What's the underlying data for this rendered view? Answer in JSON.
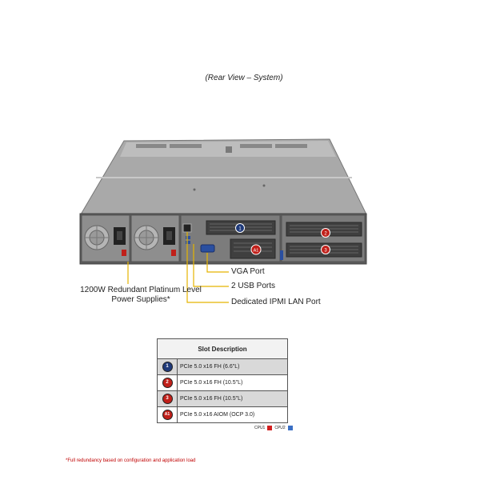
{
  "caption": "(Rear View – System)",
  "callouts": {
    "vga": "VGA Port",
    "usb": "2 USB Ports",
    "lan": "Dedicated IPMI LAN Port",
    "psu": "1200W Redundant Platinum Level Power Supplies*"
  },
  "slot_markers": {
    "s1": "1",
    "s2": "2",
    "s3": "3",
    "sA1": "A1"
  },
  "table": {
    "header": "Slot Description",
    "rows": [
      {
        "badge": "1",
        "badge_color": "#1f3a7a",
        "text": "PCIe 5.0 x16 FH (6.6\"L)"
      },
      {
        "badge": "2",
        "badge_color": "#c0201a",
        "text": "PCIe 5.0 x16 FH (10.5\"L)"
      },
      {
        "badge": "3",
        "badge_color": "#c0201a",
        "text": "PCIe 5.0 x16 FH (10.5\"L)"
      },
      {
        "badge": "A1",
        "badge_color": "#c0201a",
        "text": "PCIe 5.0 x16 AIOM (OCP 3.0)"
      }
    ]
  },
  "legend": {
    "cpu1": "CPU1",
    "cpu2": "CPU2",
    "cpu1_color": "#d22020",
    "cpu2_color": "#3a6fc4"
  },
  "footnote": "*Full redundancy based on configuration and application load",
  "colors": {
    "callout_line": "#e5b400",
    "chassis": "#9a9a9a"
  }
}
